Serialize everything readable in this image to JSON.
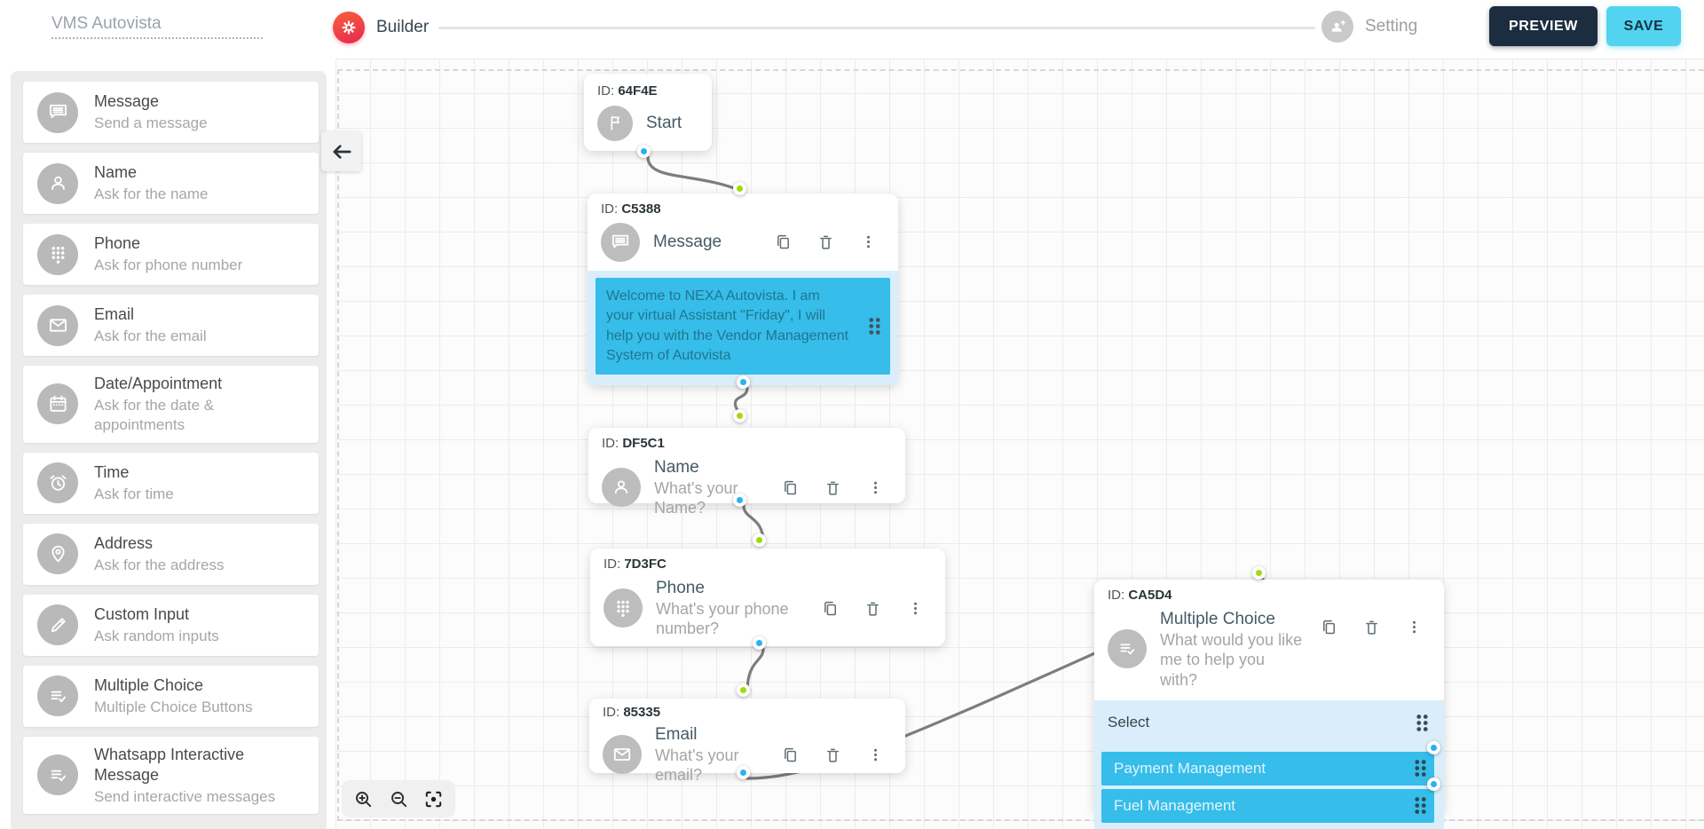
{
  "header": {
    "flow_name_value": "VMS Autovista",
    "builder_label": "Builder",
    "setting_label": "Setting",
    "preview_button": "PREVIEW",
    "save_button": "SAVE"
  },
  "sidebar": {
    "items": [
      {
        "title": "Message",
        "subtitle": "Send a message",
        "icon": "chat-bubble"
      },
      {
        "title": "Name",
        "subtitle": "Ask for the name",
        "icon": "person"
      },
      {
        "title": "Phone",
        "subtitle": "Ask for phone number",
        "icon": "dialpad"
      },
      {
        "title": "Email",
        "subtitle": "Ask for the email",
        "icon": "envelope"
      },
      {
        "title": "Date/Appointment",
        "subtitle": "Ask for the date & appointments",
        "icon": "calendar"
      },
      {
        "title": "Time",
        "subtitle": "Ask for time",
        "icon": "alarm-clock"
      },
      {
        "title": "Address",
        "subtitle": "Ask for the address",
        "icon": "location-pin"
      },
      {
        "title": "Custom Input",
        "subtitle": "Ask random inputs",
        "icon": "pencil"
      },
      {
        "title": "Multiple Choice",
        "subtitle": "Multiple Choice Buttons",
        "icon": "list-check"
      },
      {
        "title": "Whatsapp Interactive Message",
        "subtitle": "Send interactive messages",
        "icon": "list-check"
      }
    ]
  },
  "canvas": {
    "id_prefix": "ID:",
    "nodes": {
      "start": {
        "id": "64F4E",
        "title": "Start",
        "icon": "flag"
      },
      "message": {
        "id": "C5388",
        "title": "Message",
        "icon": "chat-bubble",
        "bubble_text": "Welcome to NEXA Autovista. I am your virtual Assistant \"Friday\", I will help you with the Vendor Management System of Autovista"
      },
      "name": {
        "id": "DF5C1",
        "title": "Name",
        "subtitle": "What's your Name?",
        "icon": "person"
      },
      "phone": {
        "id": "7D3FC",
        "title": "Phone",
        "subtitle": "What's your phone number?",
        "icon": "dialpad"
      },
      "email": {
        "id": "85335",
        "title": "Email",
        "subtitle": "What's your email?",
        "icon": "envelope"
      },
      "multiple_choice": {
        "id": "CA5D4",
        "title": "Multiple Choice",
        "subtitle": "What would you like me to help you with?",
        "icon": "list-check",
        "select_label": "Select",
        "options": [
          "Payment Management",
          "Fuel Management"
        ]
      }
    }
  },
  "colors": {
    "accent_cyan": "#36bde9",
    "panel_blue": "#d9eefa",
    "port_green": "#a4d911",
    "port_blue": "#27b2f2",
    "preview_navy": "#1b2d3e",
    "save_cyan": "#52d4f1"
  }
}
